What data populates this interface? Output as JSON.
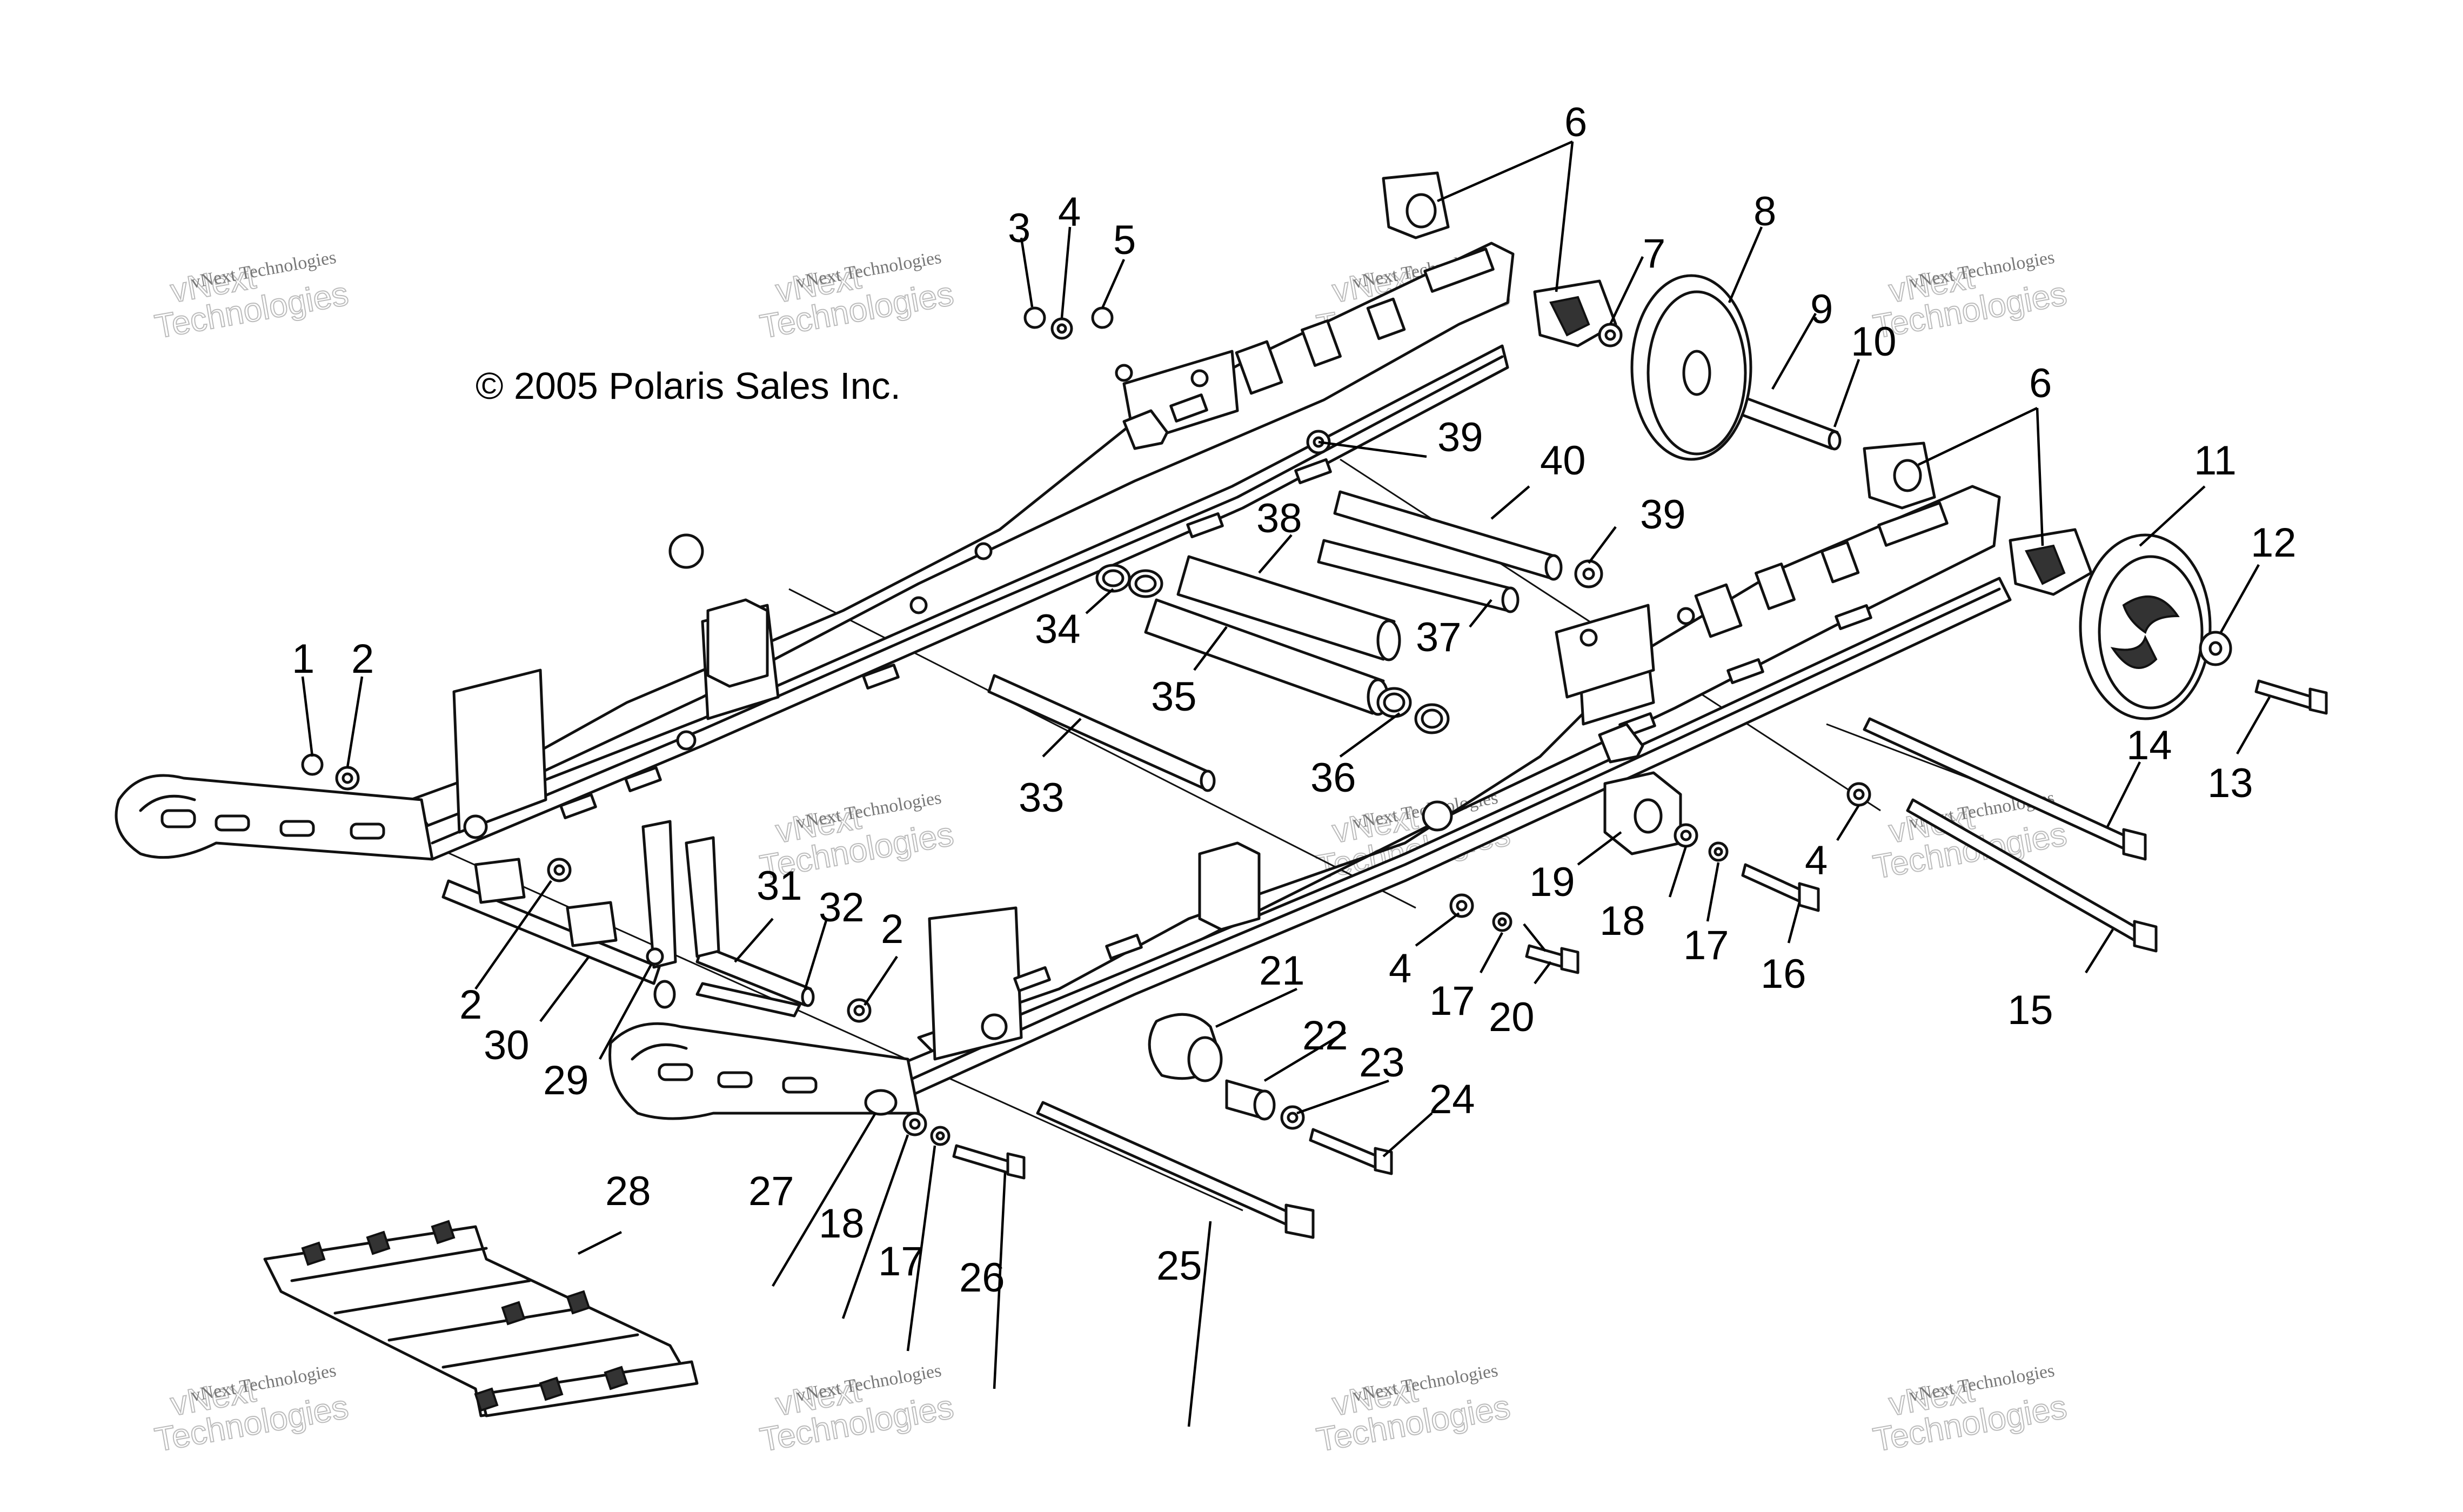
{
  "copyright": "© 2005 Polaris Sales Inc.",
  "watermark": {
    "small_text": "vNext Technologies",
    "big_line1": "vNext",
    "big_line2": "Technologies"
  },
  "callouts": [
    "1",
    "2",
    "3",
    "4",
    "5",
    "6",
    "7",
    "8",
    "9",
    "10",
    "11",
    "12",
    "13",
    "14",
    "15",
    "16",
    "17",
    "18",
    "19",
    "20",
    "21",
    "22",
    "23",
    "24",
    "25",
    "26",
    "27",
    "28",
    "29",
    "30",
    "31",
    "32",
    "33",
    "34",
    "35",
    "36",
    "37",
    "38",
    "39",
    "40"
  ]
}
